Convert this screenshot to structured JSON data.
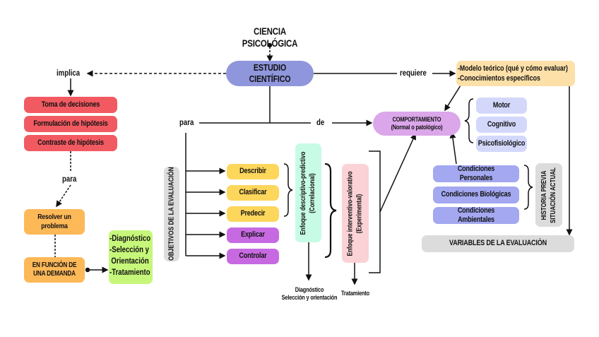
{
  "title": "CIENCIA PSICOLÓGICA",
  "central": "ESTUDIO CIENTÍFICO",
  "connectors": {
    "implica": "implica",
    "requiere": "requiere",
    "para_left": "para",
    "para_mid": "para",
    "de": "de"
  },
  "implica_items": [
    "Toma de decisiones",
    "Formulación de hipótesis",
    "Contraste de hipótesis"
  ],
  "resolver": "Resolver un problema",
  "demanda": "EN FUNCIÓN DE UNA DEMANDA",
  "demanda_outcomes": [
    "-Diagnóstico",
    "-Selección y",
    "Orientación",
    "-Tratamiento"
  ],
  "requiere_items": [
    "-Modelo teórico (qué y cómo evaluar)",
    "-Conocimientos específicos"
  ],
  "comportamiento": {
    "title": "COMPORTAMIENTO",
    "subtitle": "(Normal o patológico)"
  },
  "behavior_types": [
    "Motor",
    "Cognitivo",
    "Psicofisiológico"
  ],
  "conditions": [
    "Condiciones Personales",
    "Condiciones Biológicas",
    "Condiciones Ambientales"
  ],
  "historia": {
    "line1": "HISTORIA PREVIA",
    "line2": "SITUACIÓN ACTUAL"
  },
  "variables": "VARIABLES DE LA EVALUACIÓN",
  "objetivos_label": "OBJETIVOS DE LA EVALUACIÓN",
  "objetivos": [
    {
      "label": "Describir",
      "group": "descriptive"
    },
    {
      "label": "Clasificar",
      "group": "descriptive"
    },
    {
      "label": "Predecir",
      "group": "descriptive"
    },
    {
      "label": "Explicar",
      "group": "interventive"
    },
    {
      "label": "Controlar",
      "group": "interventive"
    }
  ],
  "enfoque_descriptivo": {
    "line1": "Enfoque descriptivo-predictivo",
    "line2": "(Correlacional)"
  },
  "enfoque_interventivo": {
    "line1": "Enfoque interventivo-valorativo",
    "line2": "(Experimental)"
  },
  "descriptivo_outcome": {
    "line1": "Diagnóstico",
    "line2": "Selección y orientación"
  },
  "interventivo_outcome": "Tratamiento",
  "colors": {
    "red": "#f25a62",
    "orange": "#fdb858",
    "green": "#c6f77a",
    "central": "#8f96dc",
    "peach": "#fde0a8",
    "purple_light": "#dba6ea",
    "lavender": "#d3d8fb",
    "periwinkle": "#a3a8f0",
    "gray": "#dcdcdc",
    "yellow": "#fdd65c",
    "violet": "#c76ae2",
    "mint": "#c8fbe6",
    "pink": "#fbd2d5"
  }
}
